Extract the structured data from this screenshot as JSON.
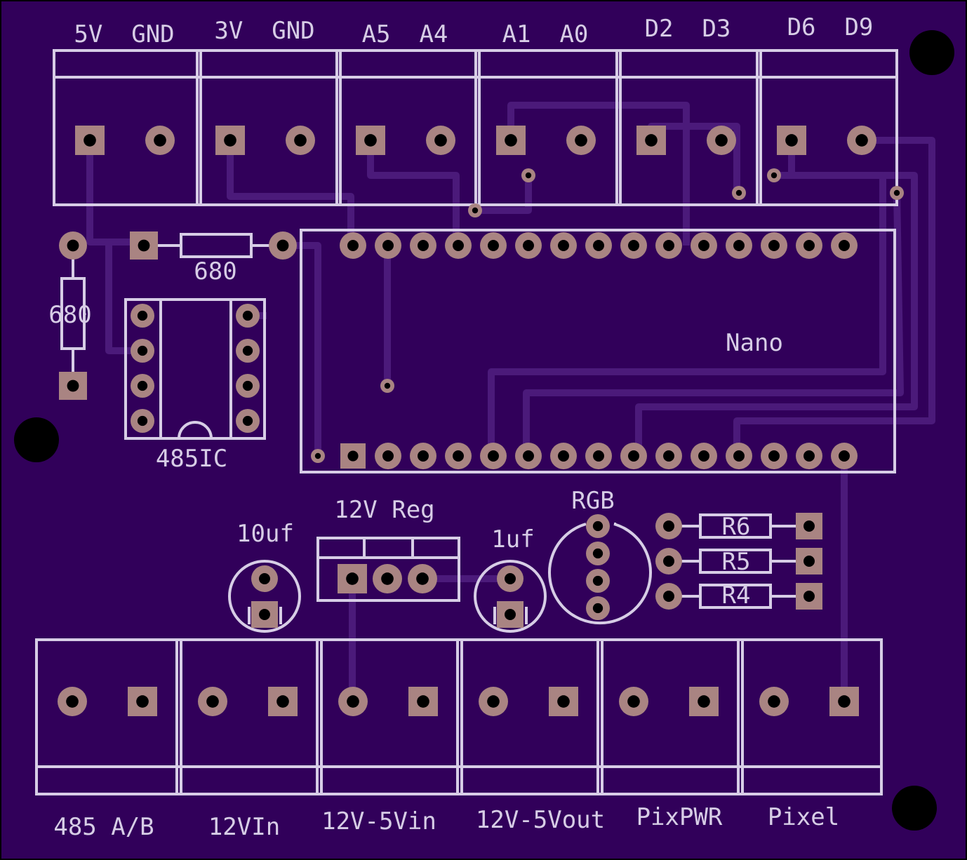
{
  "colors": {
    "board": "#31005a",
    "border": "#000000",
    "trace": "#4b1a7a",
    "silk": "#d7cde6",
    "pad": "#a98482",
    "drill": "#000000",
    "hole": "#000000"
  },
  "top_terminals": [
    "5V  GND",
    "3V  GND",
    "A5  A4",
    "A1  A0",
    "D2  D3",
    "D6  D9"
  ],
  "bottom_terminals": [
    "485 A/B",
    "12VIn",
    "12V-5Vin",
    "12V-5Vout",
    "PixPWR",
    "Pixel"
  ],
  "components": {
    "resistor_h": "680",
    "resistor_v": "680",
    "ic": "485IC",
    "mcu": "Nano",
    "cap_left": "10uf",
    "regulator": "12V Reg",
    "cap_right": "1uf",
    "led": "RGB",
    "r6": "R6",
    "r5": "R5",
    "r4": "R4"
  }
}
